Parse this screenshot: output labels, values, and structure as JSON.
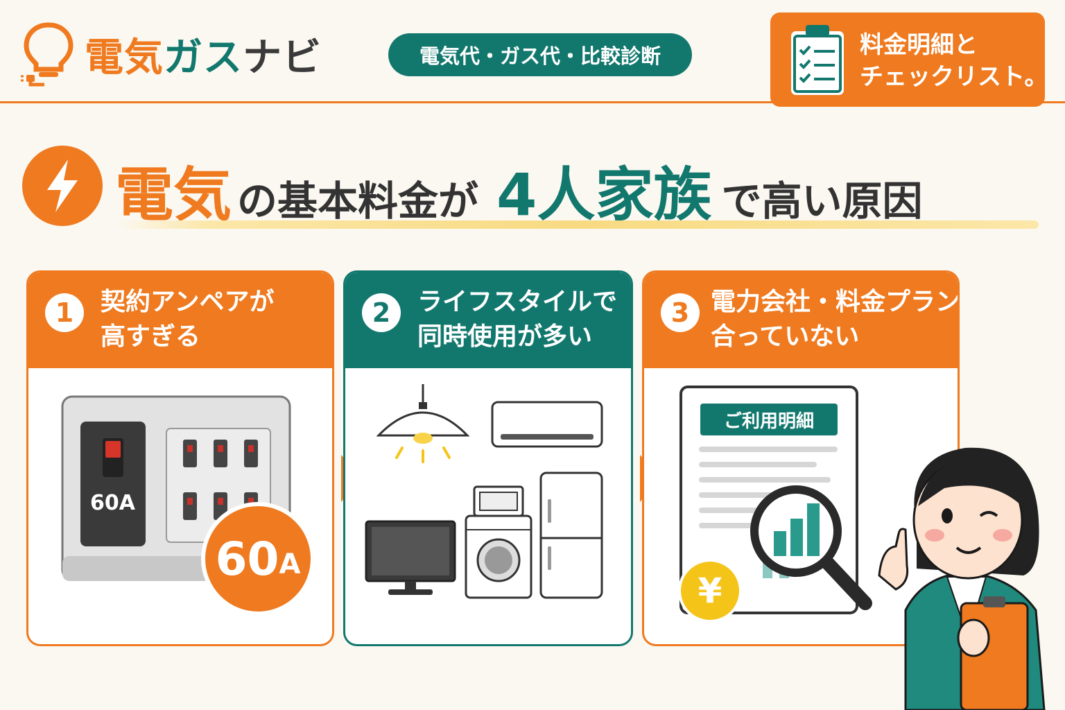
{
  "header": {
    "logo": {
      "part1": "電気",
      "part2": "ガス",
      "part3": "ナビ"
    },
    "tagline": "電気代・ガス代・比較診断",
    "badge": {
      "line1": "料金明細と",
      "line2": "チェックリスト。"
    }
  },
  "title": {
    "w1": "電気",
    "w2": "の基本料金が",
    "w3": "4人家族",
    "w4": "で高い原因"
  },
  "cards": [
    {
      "number": "1",
      "line1": "契約アンペアが",
      "line2": "高すぎる",
      "breaker_label": "60A",
      "badge_number": "60",
      "badge_unit": "A"
    },
    {
      "number": "2",
      "line1": "ライフスタイルで",
      "line2": "同時使用が多い"
    },
    {
      "number": "3",
      "line1": "電力会社・料金プランが",
      "line2": "合っていない",
      "bill_title": "ご利用明細",
      "currency": "¥"
    }
  ],
  "colors": {
    "orange": "#ef7a1f",
    "teal": "#12786e",
    "yellow": "#f5c419",
    "background": "#fbf8f1"
  }
}
